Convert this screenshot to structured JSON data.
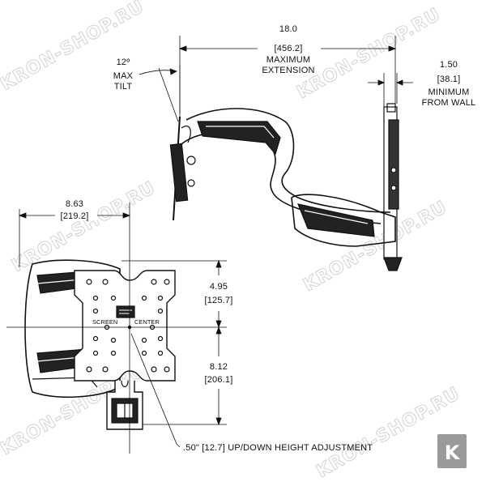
{
  "watermark": "KRON-SHOP.RU",
  "logo_letter": "K",
  "extension": {
    "value": "18.0",
    "metric": "[456.2]",
    "line1": "MAXIMUM",
    "line2": "EXTENSION"
  },
  "tilt": {
    "value": "12º",
    "line1": "MAX",
    "line2": "TILT"
  },
  "wall": {
    "value": "1.50",
    "metric": "[38.1]",
    "line1": "MINIMUM",
    "line2": "FROM WALL"
  },
  "width": {
    "value": "8.63",
    "metric": "[219.2]"
  },
  "upper": {
    "value": "4.95",
    "metric": "[125.7]"
  },
  "lower": {
    "value": "8.12",
    "metric": "[206.1]"
  },
  "plate": {
    "screen": "SCREEN",
    "center": "CENTER"
  },
  "adjust": ".50\" [12.7] UP/DOWN HEIGHT ADJUSTMENT",
  "colors": {
    "line": "#111111",
    "watermark": "#d2d2d2",
    "logo_bg": "#9a9a9a"
  }
}
